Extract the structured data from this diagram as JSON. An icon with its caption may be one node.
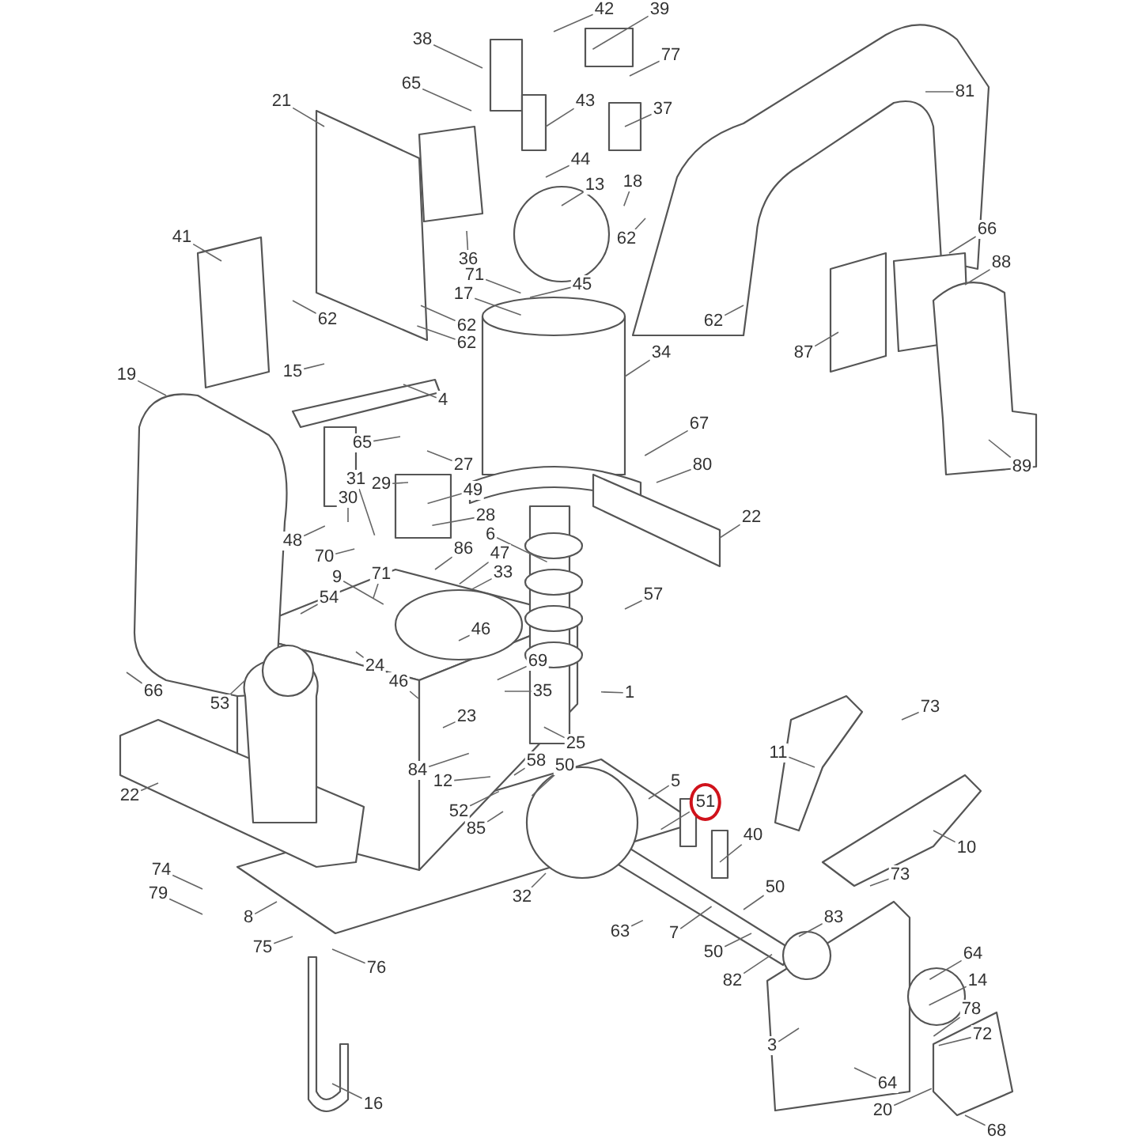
{
  "diagram": {
    "nodes": [
      {
        "text": [
          "42"
        ]
      },
      {
        "text": [
          "39"
        ]
      },
      {
        "text": [
          "38"
        ]
      },
      {
        "text": [
          "77"
        ]
      },
      {
        "text": [
          "65"
        ]
      },
      {
        "text": [
          "81"
        ]
      },
      {
        "text": [
          "21"
        ]
      },
      {
        "text": [
          "43"
        ]
      },
      {
        "text": [
          "37"
        ]
      },
      {
        "text": [
          "44"
        ]
      },
      {
        "text": [
          "18"
        ]
      },
      {
        "text": [
          "13"
        ]
      },
      {
        "text": [
          "66"
        ]
      },
      {
        "text": [
          "41"
        ]
      },
      {
        "text": [
          "62"
        ]
      },
      {
        "text": [
          "36"
        ]
      },
      {
        "text": [
          "88"
        ]
      },
      {
        "text": [
          "71"
        ]
      },
      {
        "text": [
          "45"
        ]
      },
      {
        "text": [
          "17"
        ]
      },
      {
        "text": [
          "62"
        ]
      },
      {
        "text": [
          "62"
        ]
      },
      {
        "text": [
          "62"
        ]
      },
      {
        "text": [
          "62"
        ]
      },
      {
        "text": [
          "87"
        ]
      },
      {
        "text": [
          "34"
        ]
      },
      {
        "text": [
          "15"
        ]
      },
      {
        "text": [
          "19"
        ]
      },
      {
        "text": [
          "4"
        ]
      },
      {
        "text": [
          "67"
        ]
      },
      {
        "text": [
          "65"
        ]
      },
      {
        "text": [
          "27"
        ]
      },
      {
        "text": [
          "80"
        ]
      },
      {
        "text": [
          "89"
        ]
      },
      {
        "text": [
          "31"
        ]
      },
      {
        "text": [
          "29"
        ]
      },
      {
        "text": [
          "49"
        ]
      },
      {
        "text": [
          "30"
        ]
      },
      {
        "text": [
          "28"
        ]
      },
      {
        "text": [
          "22"
        ]
      },
      {
        "text": [
          "6"
        ]
      },
      {
        "text": [
          "48"
        ]
      },
      {
        "text": [
          "86"
        ]
      },
      {
        "text": [
          "47"
        ]
      },
      {
        "text": [
          "70"
        ]
      },
      {
        "text": [
          "33"
        ]
      },
      {
        "text": [
          "71"
        ]
      },
      {
        "text": [
          "9"
        ]
      },
      {
        "text": [
          "57"
        ]
      },
      {
        "text": [
          "54"
        ]
      },
      {
        "text": [
          "46"
        ]
      },
      {
        "text": [
          "69"
        ]
      },
      {
        "text": [
          "24"
        ]
      },
      {
        "text": [
          "46"
        ]
      },
      {
        "text": [
          "66"
        ]
      },
      {
        "text": [
          "35"
        ]
      },
      {
        "text": [
          "1"
        ]
      },
      {
        "text": [
          "53"
        ]
      },
      {
        "text": [
          "73"
        ]
      },
      {
        "text": [
          "23"
        ]
      },
      {
        "text": [
          "25"
        ]
      },
      {
        "text": [
          "11"
        ]
      },
      {
        "text": [
          "58"
        ]
      },
      {
        "text": [
          "50"
        ]
      },
      {
        "text": [
          "84"
        ]
      },
      {
        "text": [
          "12"
        ]
      },
      {
        "text": [
          "5"
        ]
      },
      {
        "text": [
          "22"
        ]
      },
      {
        "text": [
          "51"
        ]
      },
      {
        "text": [
          "52"
        ]
      },
      {
        "text": [
          "85"
        ]
      },
      {
        "text": [
          "40"
        ]
      },
      {
        "text": [
          "10"
        ]
      },
      {
        "text": [
          "74"
        ]
      },
      {
        "text": [
          "73"
        ]
      },
      {
        "text": [
          "50"
        ]
      },
      {
        "text": [
          "79"
        ]
      },
      {
        "text": [
          "32"
        ]
      },
      {
        "text": [
          "8"
        ]
      },
      {
        "text": [
          "83"
        ]
      },
      {
        "text": [
          "63"
        ]
      },
      {
        "text": [
          "7"
        ]
      },
      {
        "text": [
          "75"
        ]
      },
      {
        "text": [
          "50"
        ]
      },
      {
        "text": [
          "64"
        ]
      },
      {
        "text": [
          "76"
        ]
      },
      {
        "text": [
          "14"
        ]
      },
      {
        "text": [
          "82"
        ]
      },
      {
        "text": [
          "78"
        ]
      },
      {
        "text": [
          "72"
        ]
      },
      {
        "text": [
          "3"
        ]
      },
      {
        "text": [
          "64"
        ]
      },
      {
        "text": [
          "16"
        ]
      },
      {
        "text": [
          "20"
        ]
      },
      {
        "text": [
          "68"
        ]
      }
    ],
    "edges": [
      {
        "from": 0,
        "to": null,
        "arrow": "none"
      },
      {
        "from": 1,
        "to": null,
        "arrow": "none"
      },
      {
        "from": 2,
        "to": null,
        "arrow": "none"
      },
      {
        "from": 3,
        "to": null,
        "arrow": "none"
      },
      {
        "from": 4,
        "to": null,
        "arrow": "none"
      },
      {
        "from": 5,
        "to": null,
        "arrow": "none"
      },
      {
        "from": 6,
        "to": null,
        "arrow": "none"
      },
      {
        "from": 7,
        "to": null,
        "arrow": "none"
      },
      {
        "from": 8,
        "to": null,
        "arrow": "none"
      },
      {
        "from": 9,
        "to": null,
        "arrow": "none"
      },
      {
        "from": 10,
        "to": null,
        "arrow": "none"
      },
      {
        "from": 11,
        "to": null,
        "arrow": "none"
      },
      {
        "from": 12,
        "to": null,
        "arrow": "none"
      },
      {
        "from": 13,
        "to": null,
        "arrow": "none"
      },
      {
        "from": 14,
        "to": null,
        "arrow": "none"
      },
      {
        "from": 15,
        "to": null,
        "arrow": "none"
      },
      {
        "from": 16,
        "to": null,
        "arrow": "none"
      },
      {
        "from": 17,
        "to": null,
        "arrow": "none"
      },
      {
        "from": 18,
        "to": null,
        "arrow": "none"
      },
      {
        "from": 19,
        "to": null,
        "arrow": "none"
      },
      {
        "from": 20,
        "to": null,
        "arrow": "none"
      },
      {
        "from": 21,
        "to": null,
        "arrow": "none"
      },
      {
        "from": 22,
        "to": null,
        "arrow": "none"
      },
      {
        "from": 23,
        "to": null,
        "arrow": "none"
      },
      {
        "from": 24,
        "to": null,
        "arrow": "none"
      },
      {
        "from": 25,
        "to": null,
        "arrow": "none"
      },
      {
        "from": 26,
        "to": null,
        "arrow": "none"
      },
      {
        "from": 27,
        "to": null,
        "arrow": "none"
      },
      {
        "from": 28,
        "to": null,
        "arrow": "none"
      },
      {
        "from": 29,
        "to": null,
        "arrow": "none"
      },
      {
        "from": 30,
        "to": null,
        "arrow": "none"
      },
      {
        "from": 31,
        "to": null,
        "arrow": "none"
      },
      {
        "from": 32,
        "to": null,
        "arrow": "none"
      },
      {
        "from": 33,
        "to": null,
        "arrow": "none"
      },
      {
        "from": 34,
        "to": null,
        "arrow": "none"
      },
      {
        "from": 35,
        "to": null,
        "arrow": "none"
      },
      {
        "from": 36,
        "to": null,
        "arrow": "none"
      },
      {
        "from": 37,
        "to": null,
        "arrow": "none"
      },
      {
        "from": 38,
        "to": null,
        "arrow": "none"
      },
      {
        "from": 39,
        "to": null,
        "arrow": "none"
      },
      {
        "from": 40,
        "to": null,
        "arrow": "none"
      },
      {
        "from": 41,
        "to": null,
        "arrow": "none"
      },
      {
        "from": 42,
        "to": null,
        "arrow": "none"
      },
      {
        "from": 43,
        "to": null,
        "arrow": "none"
      },
      {
        "from": 44,
        "to": null,
        "arrow": "none"
      },
      {
        "from": 45,
        "to": null,
        "arrow": "none"
      },
      {
        "from": 46,
        "to": null,
        "arrow": "none"
      },
      {
        "from": 47,
        "to": null,
        "arrow": "none"
      },
      {
        "from": 48,
        "to": null,
        "arrow": "none"
      },
      {
        "from": 49,
        "to": null,
        "arrow": "none"
      },
      {
        "from": 50,
        "to": null,
        "arrow": "none"
      },
      {
        "from": 51,
        "to": null,
        "arrow": "none"
      },
      {
        "from": 52,
        "to": null,
        "arrow": "none"
      },
      {
        "from": 53,
        "to": null,
        "arrow": "none"
      },
      {
        "from": 54,
        "to": null,
        "arrow": "none"
      },
      {
        "from": 55,
        "to": null,
        "arrow": "none"
      },
      {
        "from": 56,
        "to": null,
        "arrow": "none"
      },
      {
        "from": 57,
        "to": null,
        "arrow": "none"
      },
      {
        "from": 58,
        "to": null,
        "arrow": "none"
      },
      {
        "from": 59,
        "to": null,
        "arrow": "none"
      },
      {
        "from": 60,
        "to": null,
        "arrow": "none"
      },
      {
        "from": 61,
        "to": null,
        "arrow": "none"
      },
      {
        "from": 62,
        "to": null,
        "arrow": "none"
      },
      {
        "from": 63,
        "to": null,
        "arrow": "none"
      },
      {
        "from": 64,
        "to": null,
        "arrow": "none"
      },
      {
        "from": 65,
        "to": null,
        "arrow": "none"
      },
      {
        "from": 66,
        "to": null,
        "arrow": "none"
      },
      {
        "from": 67,
        "to": null,
        "arrow": "none"
      },
      {
        "from": 68,
        "to": null,
        "arrow": "none"
      },
      {
        "from": 69,
        "to": null,
        "arrow": "none"
      },
      {
        "from": 70,
        "to": null,
        "arrow": "none"
      },
      {
        "from": 71,
        "to": null,
        "arrow": "none"
      },
      {
        "from": 72,
        "to": null,
        "arrow": "none"
      },
      {
        "from": 73,
        "to": null,
        "arrow": "none"
      },
      {
        "from": 74,
        "to": null,
        "arrow": "none"
      },
      {
        "from": 75,
        "to": null,
        "arrow": "none"
      },
      {
        "from": 76,
        "to": null,
        "arrow": "none"
      },
      {
        "from": 77,
        "to": null,
        "arrow": "none"
      },
      {
        "from": 78,
        "to": null,
        "arrow": "none"
      },
      {
        "from": 79,
        "to": null,
        "arrow": "none"
      },
      {
        "from": 80,
        "to": null,
        "arrow": "none"
      },
      {
        "from": 81,
        "to": null,
        "arrow": "none"
      },
      {
        "from": 82,
        "to": null,
        "arrow": "none"
      },
      {
        "from": 83,
        "to": null,
        "arrow": "none"
      },
      {
        "from": 84,
        "to": null,
        "arrow": "none"
      },
      {
        "from": 85,
        "to": null,
        "arrow": "none"
      },
      {
        "from": 86,
        "to": null,
        "arrow": "none"
      },
      {
        "from": 87,
        "to": null,
        "arrow": "none"
      },
      {
        "from": 88,
        "to": null,
        "arrow": "none"
      },
      {
        "from": 89,
        "to": null,
        "arrow": "none"
      },
      {
        "from": 90,
        "to": null,
        "arrow": "none"
      },
      {
        "from": 91,
        "to": null,
        "arrow": "none"
      },
      {
        "from": 92,
        "to": null,
        "arrow": "none"
      },
      {
        "from": 93,
        "to": null,
        "arrow": "none"
      },
      {
        "from": 94,
        "to": null,
        "arrow": "none"
      }
    ]
  }
}
